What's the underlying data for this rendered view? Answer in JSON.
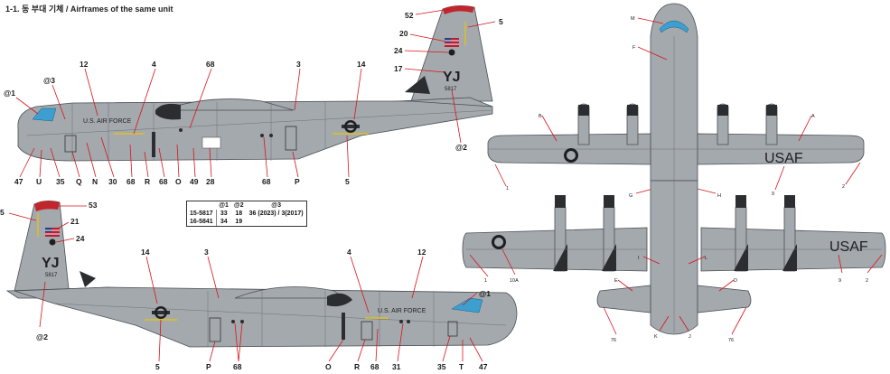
{
  "header": {
    "title": "1-1. 동 부대 기체 / Airframes of the same unit"
  },
  "markings": {
    "usaf_small": "U.S. AIR FORCE",
    "tail_code": "YJ",
    "tail_serial": "5817",
    "usaf_large": "USAF"
  },
  "serial_table": {
    "headers": [
      "",
      "@1",
      "@2",
      "@3"
    ],
    "rows": [
      [
        "15-5817",
        "33",
        "18",
        "36 (2023) / 3(2017)"
      ],
      [
        "16-5841",
        "34",
        "19",
        ""
      ]
    ]
  },
  "callouts_top_side": {
    "c_1": "@1",
    "c_3a": "@3",
    "c_12": "12",
    "c_4": "4",
    "c_68a": "68",
    "c_3": "3",
    "c_14": "14",
    "c_17": "17",
    "c_24": "24",
    "c_20": "20",
    "c_52": "52",
    "c_5a": "5",
    "c_2": "@2",
    "b_47": "47",
    "b_U": "U",
    "b_35": "35",
    "b_Q": "Q",
    "b_N": "N",
    "b_30": "30",
    "b_68a": "68",
    "b_R": "R",
    "b_68b": "68",
    "b_O": "O",
    "b_49": "49",
    "b_28": "28",
    "b_68c": "68",
    "b_P": "P",
    "b_5": "5"
  },
  "callouts_bottom_side": {
    "c_5": "5",
    "c_53": "53",
    "c_21": "21",
    "c_24": "24",
    "c_14": "14",
    "c_3": "3",
    "c_4": "4",
    "c_12": "12",
    "c_1": "@1",
    "c_2": "@2",
    "b_5": "5",
    "b_P": "P",
    "b_68": "68",
    "b_O": "O",
    "b_R": "R",
    "b_68b": "68",
    "b_31": "31",
    "b_35": "35",
    "b_T": "T",
    "b_47": "47"
  },
  "callouts_top_view": {
    "M": "M",
    "F": "F",
    "B": "B",
    "A": "A",
    "n1": "1",
    "n9": "9",
    "n2": "2",
    "G": "G",
    "H": "H"
  },
  "callouts_bottom_view": {
    "n1": "1",
    "n10A": "10A",
    "I": "I",
    "L": "L",
    "E": "E",
    "D": "D",
    "n9": "9",
    "n2": "2",
    "n76a": "76",
    "K": "K",
    "J": "J",
    "n76b": "76"
  }
}
